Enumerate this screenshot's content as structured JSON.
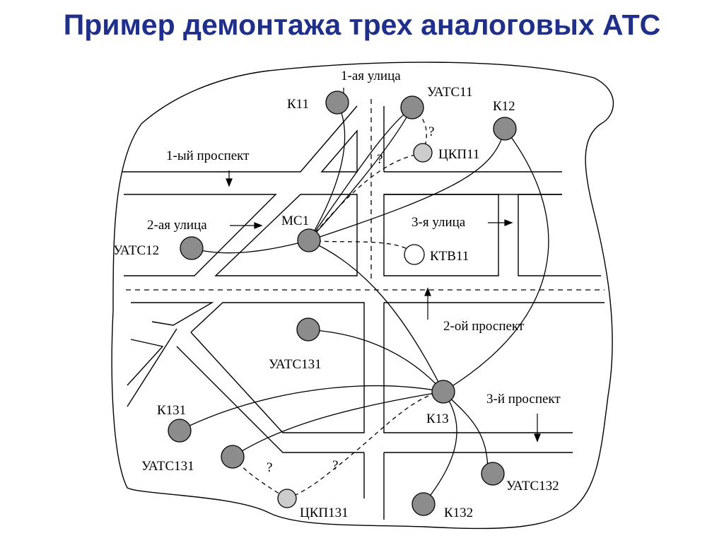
{
  "title": "Пример демонтажа трех аналоговых АТС",
  "colors": {
    "title": "#1f2f8a",
    "node_dark": "#8c8c8c",
    "node_light": "#cccccc",
    "node_white": "#ffffff"
  },
  "streets": {
    "street1": "1-ая улица",
    "street2": "2-ая улица",
    "street3": "3-я улица",
    "prospect1": "1-ый проспект",
    "prospect2": "2-ой проспект",
    "prospect3": "3-й проспект"
  },
  "nodes": {
    "k11": "К11",
    "uats11": "УАТС11",
    "k12": "К12",
    "ckp11": "ЦКП11",
    "mc1": "МС1",
    "uats12": "УАТС12",
    "ktv11": "КТВ11",
    "uats131_top": "УАТС131",
    "k131": "К131",
    "k13": "К13",
    "uats131_bottom": "УАТС131",
    "ckp131": "ЦКП131",
    "k132": "К132",
    "uats132": "УАТС132"
  },
  "marks": {
    "q1": "?",
    "q2": "?",
    "q3": "?",
    "q4": "?"
  }
}
